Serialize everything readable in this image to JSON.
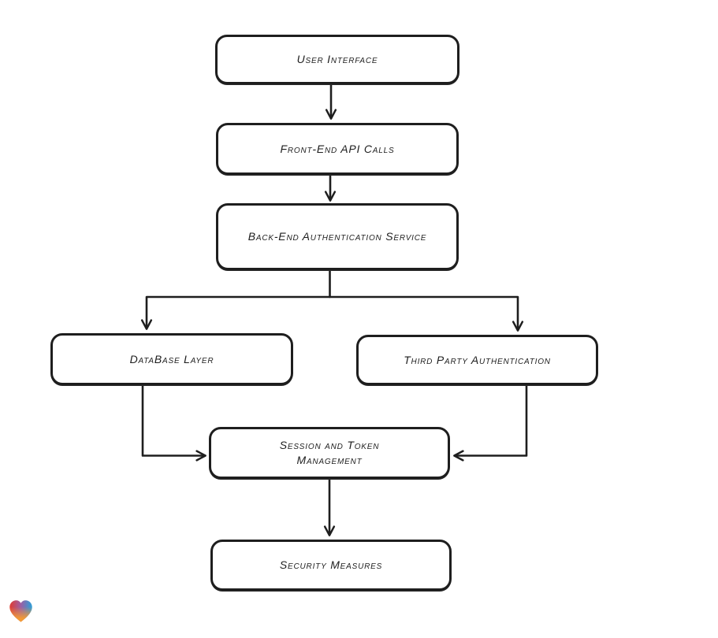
{
  "canvas": {
    "background_color": "#ffffff",
    "stroke_color": "#1e1e1e",
    "node_fill_color": "#ffffff"
  },
  "diagram": {
    "type": "flowchart",
    "direction": "top-down",
    "nodes": [
      {
        "id": "user-interface",
        "label": "User Interface"
      },
      {
        "id": "front-end-api-calls",
        "label": "Front-End API Calls"
      },
      {
        "id": "back-end-authentication-service",
        "label": "Back-End Authentication Service"
      },
      {
        "id": "database-layer",
        "label": "DataBase Layer"
      },
      {
        "id": "third-party-authentication",
        "label": "Third Party Authentication"
      },
      {
        "id": "session-and-token-management",
        "label": "Session and Token Management"
      },
      {
        "id": "security-measures",
        "label": "Security Measures"
      }
    ],
    "edges": [
      {
        "from": "user-interface",
        "to": "front-end-api-calls"
      },
      {
        "from": "front-end-api-calls",
        "to": "back-end-authentication-service"
      },
      {
        "from": "back-end-authentication-service",
        "to": "database-layer"
      },
      {
        "from": "back-end-authentication-service",
        "to": "third-party-authentication"
      },
      {
        "from": "database-layer",
        "to": "session-and-token-management"
      },
      {
        "from": "third-party-authentication",
        "to": "session-and-token-management"
      },
      {
        "from": "session-and-token-management",
        "to": "security-measures"
      }
    ]
  },
  "branding": {
    "logo": "gradient-heart-logo",
    "logo_colors": {
      "red": "#e13b30",
      "purple": "#9c5fa5",
      "blue": "#2ba0d8",
      "orange": "#f49b33"
    }
  }
}
